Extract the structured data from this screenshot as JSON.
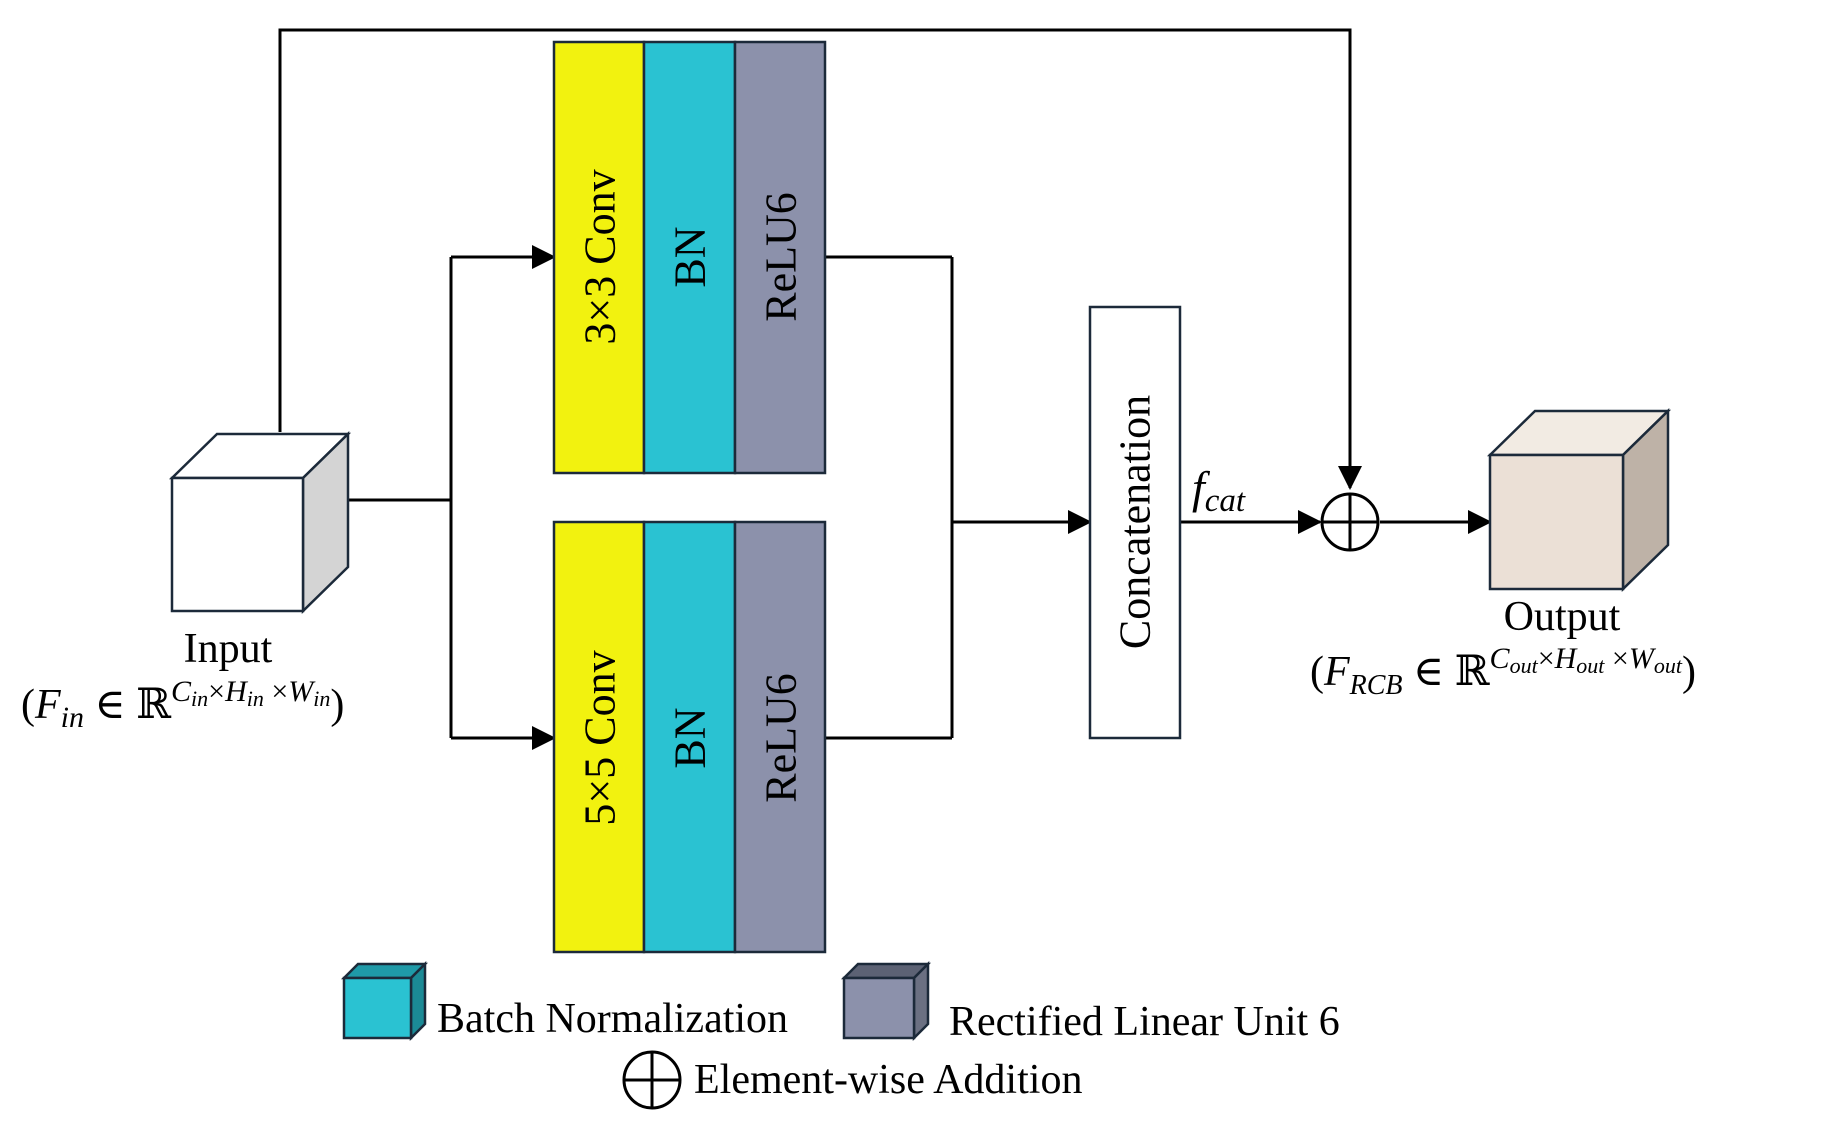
{
  "colors": {
    "conv": "#f2f20f",
    "bn": "#2ac2d2",
    "relu": "#8c91ab",
    "output_front": "#ebe0d6",
    "output_top": "#f2ebe3",
    "output_side": "#beb2a7",
    "input_side": "#d4d4d4"
  },
  "icons": {
    "addition": "circled-plus-icon",
    "bn_legend": "cyan-cube-icon",
    "relu_legend": "slate-cube-icon"
  },
  "branch_top": {
    "conv_label": "3×3 Conv",
    "bn_label": "BN",
    "relu_label": "ReLU6"
  },
  "branch_bottom": {
    "conv_label": "5×5 Conv",
    "bn_label": "BN",
    "relu_label": "ReLU6"
  },
  "concat_label": "Concatenation",
  "fcat": {
    "base": "f",
    "sub": "cat"
  },
  "input": {
    "title": "Input",
    "open": "(",
    "F": "F",
    "F_sub": "in",
    "member": " ∈ ℝ",
    "exp_C": "C",
    "exp_C_sub": "in",
    "times1": "×",
    "exp_H": "H",
    "exp_H_sub": "in",
    "times2": " ×",
    "exp_W": "W",
    "exp_W_sub": "in",
    "close": ")"
  },
  "output": {
    "title": "Output",
    "open": "(",
    "F": "F",
    "F_sub": "RCB",
    "member": " ∈ ℝ",
    "exp_C": "C",
    "exp_C_sub": "out",
    "times1": "×",
    "exp_H": "H",
    "exp_H_sub": "out",
    "times2": " ×",
    "exp_W": "W",
    "exp_W_sub": "out",
    "close": ")"
  },
  "legend": {
    "bn": "Batch Normalization",
    "relu": "Rectified Linear Unit 6",
    "add": "Element-wise Addition"
  }
}
